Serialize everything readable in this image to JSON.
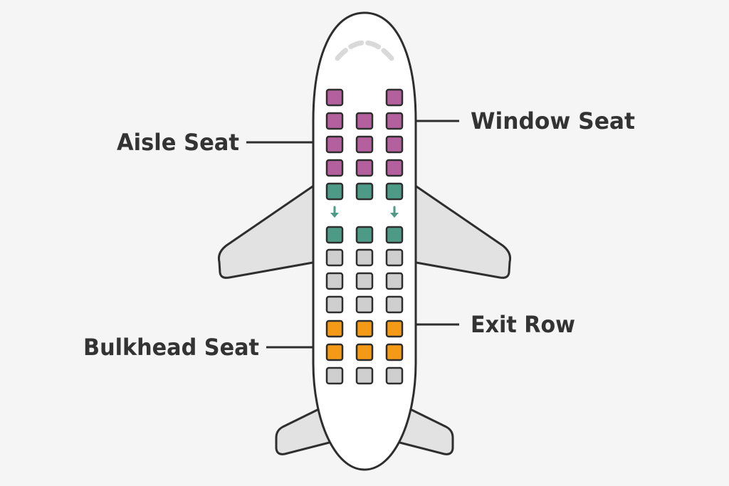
{
  "labels": {
    "aisle": "Aisle Seat",
    "window": "Window Seat",
    "exit": "Exit Row",
    "bulkhead": "Bulkhead Seat"
  },
  "colors": {
    "background": "#f5f5f5",
    "outline": "#2e2e2e",
    "fuselage": "#ffffff",
    "wing": "#e2e2e2",
    "windshield": "#d9d9d9",
    "seat_purple": "#b5609e",
    "seat_green": "#4d9a86",
    "seat_gray": "#cfcfcf",
    "seat_orange": "#f59a16",
    "arrow": "#4d9a86",
    "label_text": "#333333"
  },
  "seat_map": {
    "columns": 3,
    "rows": [
      [
        "purple",
        null,
        "purple"
      ],
      [
        "purple",
        "purple",
        "purple"
      ],
      [
        "purple",
        "purple",
        "purple"
      ],
      [
        "purple",
        "purple",
        "purple"
      ],
      [
        "green",
        "green",
        "green"
      ],
      [
        "arrow",
        null,
        "arrow"
      ],
      [
        "green",
        "green",
        "green"
      ],
      [
        "gray",
        "gray",
        "gray"
      ],
      [
        "gray",
        "gray",
        "gray"
      ],
      [
        "gray",
        "gray",
        "gray"
      ],
      [
        "orange",
        "orange",
        "orange"
      ],
      [
        "orange",
        "orange",
        "orange"
      ],
      [
        "gray",
        "gray",
        "gray"
      ]
    ]
  }
}
